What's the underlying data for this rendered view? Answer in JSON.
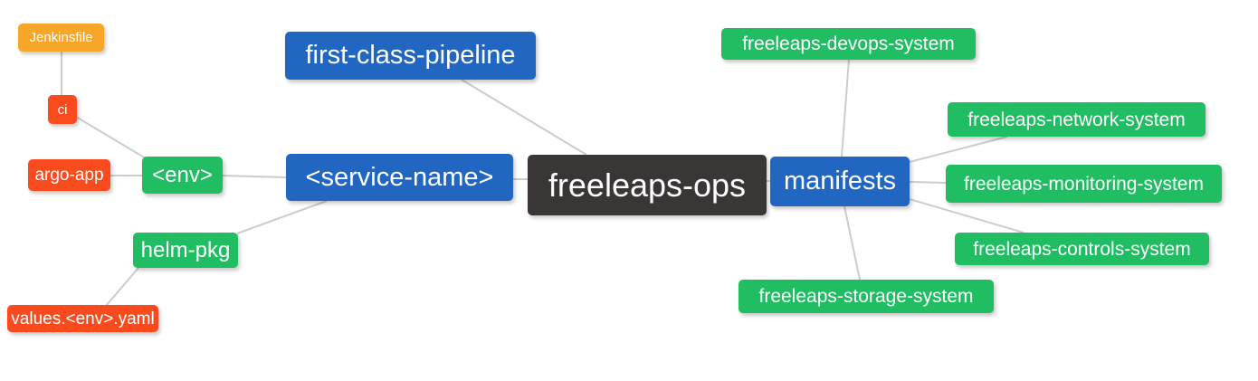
{
  "diagram": {
    "type": "mindmap",
    "root": "freeleaps-ops",
    "colors": {
      "blue": "#2166c0",
      "green": "#21bd62",
      "orange": "#f8a62a",
      "red": "#f94b1e",
      "dark": "#3b3636",
      "edge": "#cccccc",
      "text": "#ffffff",
      "background": "#ffffff"
    },
    "nodes": {
      "jenkinsfile": {
        "label": "Jenkinsfile",
        "color": "orange"
      },
      "ci": {
        "label": "ci",
        "color": "red"
      },
      "argo_app": {
        "label": "argo-app",
        "color": "red"
      },
      "env": {
        "label": "<env>",
        "color": "green"
      },
      "helm_pkg": {
        "label": "helm-pkg",
        "color": "green"
      },
      "values_env_yaml": {
        "label": "values.<env>.yaml",
        "color": "red"
      },
      "first_class_pipeline": {
        "label": "first-class-pipeline",
        "color": "blue"
      },
      "service_name": {
        "label": "<service-name>",
        "color": "blue"
      },
      "freeleaps_ops": {
        "label": "freeleaps-ops",
        "color": "dark"
      },
      "manifests": {
        "label": "manifests",
        "color": "blue"
      },
      "devops_system": {
        "label": "freeleaps-devops-system",
        "color": "green"
      },
      "network_system": {
        "label": "freeleaps-network-system",
        "color": "green"
      },
      "monitoring_system": {
        "label": "freeleaps-monitoring-system",
        "color": "green"
      },
      "controls_system": {
        "label": "freeleaps-controls-system",
        "color": "green"
      },
      "storage_system": {
        "label": "freeleaps-storage-system",
        "color": "green"
      }
    },
    "edges": [
      [
        "jenkinsfile",
        "ci"
      ],
      [
        "ci",
        "env"
      ],
      [
        "argo_app",
        "env"
      ],
      [
        "env",
        "service_name"
      ],
      [
        "helm_pkg",
        "service_name"
      ],
      [
        "values_env_yaml",
        "helm_pkg"
      ],
      [
        "first_class_pipeline",
        "freeleaps_ops"
      ],
      [
        "service_name",
        "freeleaps_ops"
      ],
      [
        "freeleaps_ops",
        "manifests"
      ],
      [
        "manifests",
        "devops_system"
      ],
      [
        "manifests",
        "network_system"
      ],
      [
        "manifests",
        "monitoring_system"
      ],
      [
        "manifests",
        "controls_system"
      ],
      [
        "manifests",
        "storage_system"
      ]
    ]
  }
}
